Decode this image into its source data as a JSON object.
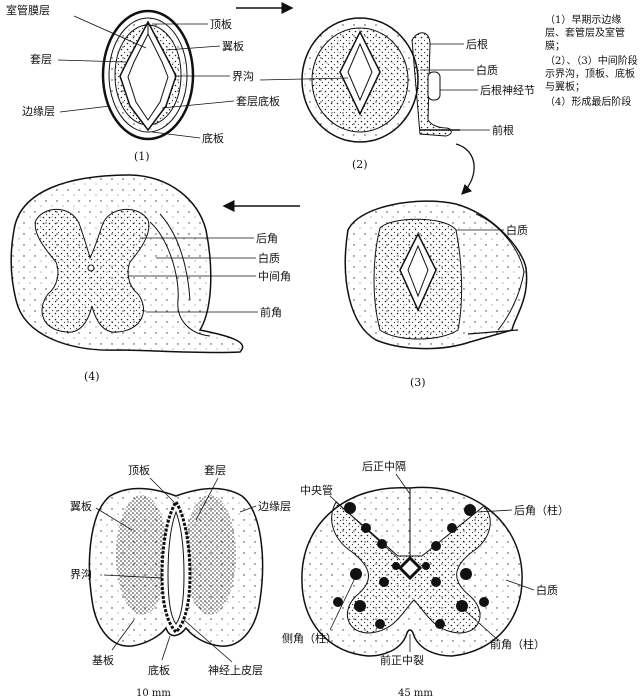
{
  "panel_top": {
    "p1": {
      "number": "(1)",
      "labels": {
        "ventricular": "室管膜层",
        "mantle": "套层",
        "marginal": "边缘层",
        "roof": "顶板",
        "alar": "翼板",
        "sulcus": "界沟",
        "mantle_basal": "套层底板",
        "floor": "底板"
      }
    },
    "p2": {
      "number": "(2)",
      "labels": {
        "dorsal_root": "后根",
        "white": "白质",
        "ganglion": "后根神经节",
        "ventral_root": "前根"
      }
    },
    "p3": {
      "number": "(3)",
      "labels": {
        "white": "白质"
      }
    },
    "p4": {
      "number": "(4)",
      "labels": {
        "dorsal_horn": "后角",
        "white": "白质",
        "intermediate_horn": "中间角",
        "ventral_horn": "前角"
      }
    }
  },
  "notes": [
    "（1）早期示边缘层、套管层及室管膜；",
    "（2）、（3）中间阶段示界沟，顶板、底板与翼板；",
    "（4）形成最后阶段"
  ],
  "panel_bottom": {
    "left": {
      "labels": {
        "roof": "顶板",
        "mantle": "套层",
        "alar": "翼板",
        "marginal": "边缘层",
        "sulcus": "界沟",
        "basal": "基板",
        "floor": "底板",
        "neuroepithelium": "神经上皮层"
      },
      "scale": "10 mm"
    },
    "right": {
      "labels": {
        "posterior_septum": "后正中隔",
        "central_canal": "中央管",
        "dorsal_horn": "后角（柱）",
        "white": "白质",
        "lateral_horn": "侧角（柱）",
        "ventral_horn": "前角（柱）",
        "anterior_fissure": "前正中裂"
      },
      "scale": "45 mm"
    }
  }
}
